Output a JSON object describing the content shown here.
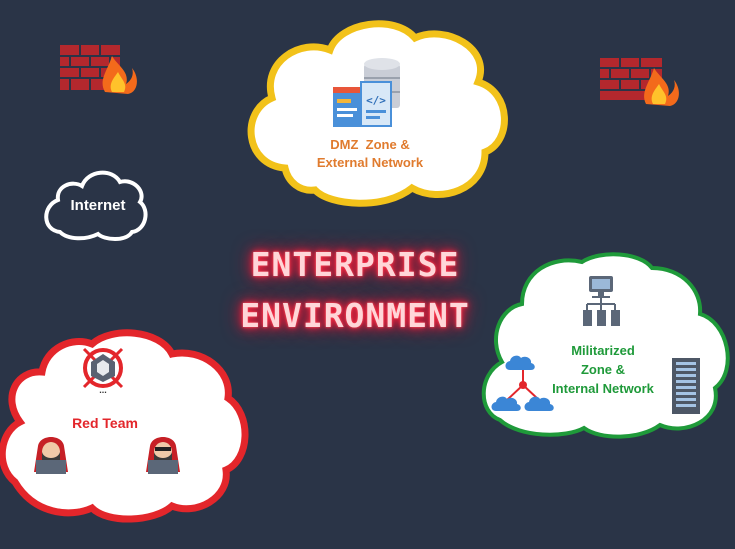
{
  "title": {
    "line1": "ENTERPRISE",
    "line2": "ENVIRONMENT"
  },
  "clouds": {
    "dmz": {
      "label_line1": "DMZ  Zone &",
      "label_line2": "External Network",
      "outline_color": "#f2c21a",
      "text_color": "#e07b2e"
    },
    "internet": {
      "label": "Internet",
      "outline_color": "#ffffff"
    },
    "militarized": {
      "label_line1": "Militarized",
      "label_line2": "Zone &",
      "label_line3": "Internal Network",
      "outline_color": "#1f9a3a",
      "text_color": "#1f9a3a"
    },
    "red_team": {
      "label": "Red Team",
      "outline_color": "#e3262b",
      "text_color": "#e3262b"
    }
  },
  "icons": [
    "firewall-icon",
    "server-database-icon",
    "code-window-icon",
    "monitor-network-icon",
    "cloud-network-icon",
    "server-rack-icon",
    "red-team-logo-icon",
    "hacker-icon"
  ],
  "colors": {
    "background": "#2a3447",
    "neon_title": "#ff2740"
  }
}
